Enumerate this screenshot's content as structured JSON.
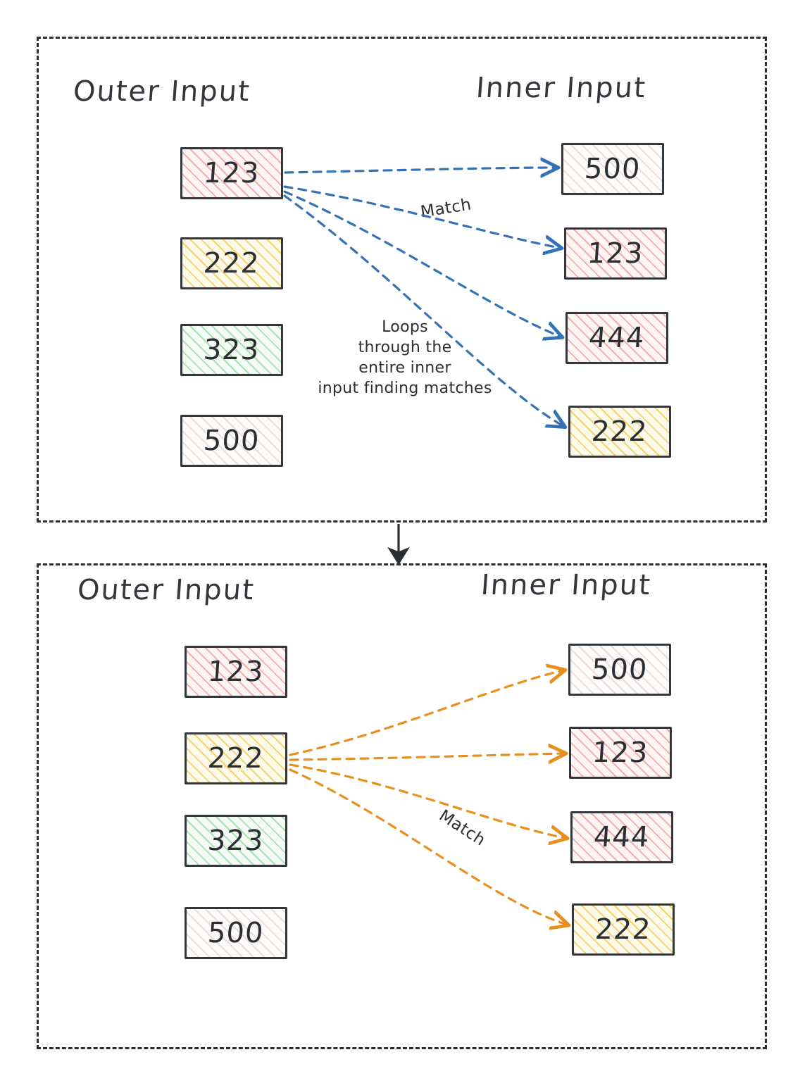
{
  "diagram": {
    "title_top_left": "Outer Input",
    "title_top_right": "Inner Input",
    "title_bottom_left": "Outer Input",
    "title_bottom_right": "Inner Input",
    "connector_arrow": "down-arrow"
  },
  "panels": [
    {
      "id": "top",
      "active_index": 0,
      "arrow_color": "#3472b8",
      "outer": {
        "label": "Outer Input",
        "items": [
          {
            "value": "123",
            "fill": "red"
          },
          {
            "value": "222",
            "fill": "yellow"
          },
          {
            "value": "323",
            "fill": "green"
          },
          {
            "value": "500",
            "fill": "plain"
          }
        ]
      },
      "inner": {
        "label": "Inner Input",
        "items": [
          {
            "value": "500",
            "fill": "plain"
          },
          {
            "value": "123",
            "fill": "red"
          },
          {
            "value": "444",
            "fill": "red"
          },
          {
            "value": "222",
            "fill": "yellow"
          }
        ]
      },
      "annotations": {
        "match_label": "Match",
        "note_lines": [
          "Loops",
          "through the",
          "entire inner",
          "input finding matches"
        ]
      }
    },
    {
      "id": "bottom",
      "active_index": 1,
      "arrow_color": "#e8901f",
      "outer": {
        "label": "Outer Input",
        "items": [
          {
            "value": "123",
            "fill": "red"
          },
          {
            "value": "222",
            "fill": "yellow"
          },
          {
            "value": "323",
            "fill": "green"
          },
          {
            "value": "500",
            "fill": "plain"
          }
        ]
      },
      "inner": {
        "label": "Inner Input",
        "items": [
          {
            "value": "500",
            "fill": "plain"
          },
          {
            "value": "123",
            "fill": "red"
          },
          {
            "value": "444",
            "fill": "red"
          },
          {
            "value": "222",
            "fill": "yellow"
          }
        ]
      },
      "annotations": {
        "match_label": "Match",
        "note_lines": []
      }
    }
  ],
  "colors": {
    "stroke": "#2b2f33",
    "blue": "#3472b8",
    "orange": "#e8901f",
    "red_hatch": "#e2787d",
    "yellow_hatch": "#f0c846",
    "green_hatch": "#7dcd8c",
    "plain_hatch": "#be968c"
  }
}
